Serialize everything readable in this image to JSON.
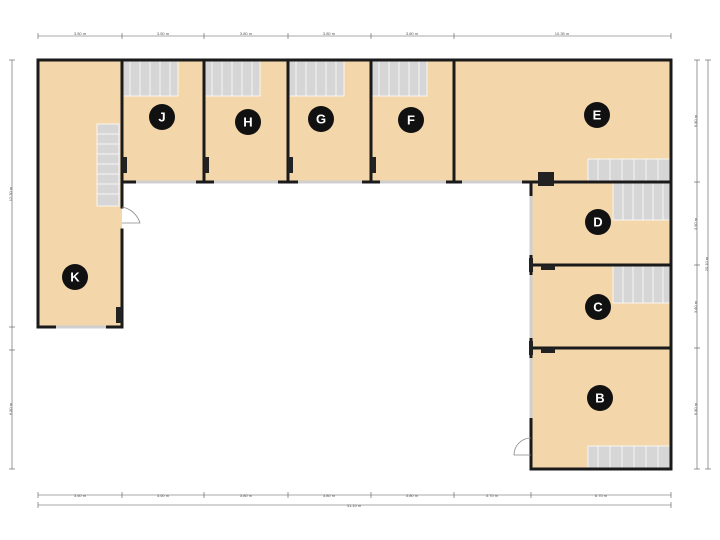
{
  "plan": {
    "rooms": [
      {
        "id": "room-k",
        "label": "K"
      },
      {
        "id": "room-j",
        "label": "J"
      },
      {
        "id": "room-h",
        "label": "H"
      },
      {
        "id": "room-g",
        "label": "G"
      },
      {
        "id": "room-f",
        "label": "F"
      },
      {
        "id": "room-e",
        "label": "E"
      },
      {
        "id": "room-d",
        "label": "D"
      },
      {
        "id": "room-c",
        "label": "C"
      },
      {
        "id": "room-b",
        "label": "B"
      }
    ],
    "dimensions_top": [
      "3.50 m",
      "3.50 m",
      "3.80 m",
      "3.80 m",
      "3.80 m",
      "10.35 m"
    ],
    "dimensions_bottom": [
      "3.50 m",
      "3.50 m",
      "3.80 m",
      "3.80 m",
      "3.80 m",
      "3.75 m",
      "6.75 m"
    ],
    "dimension_total": "31.10 m",
    "dimensions_left": [
      "12.30 m",
      "6.80 m"
    ],
    "dimensions_right": [
      "6.80 m",
      "3.90 m",
      "3.80 m",
      "6.80 m"
    ],
    "dimension_right_total": "20.10 m"
  }
}
